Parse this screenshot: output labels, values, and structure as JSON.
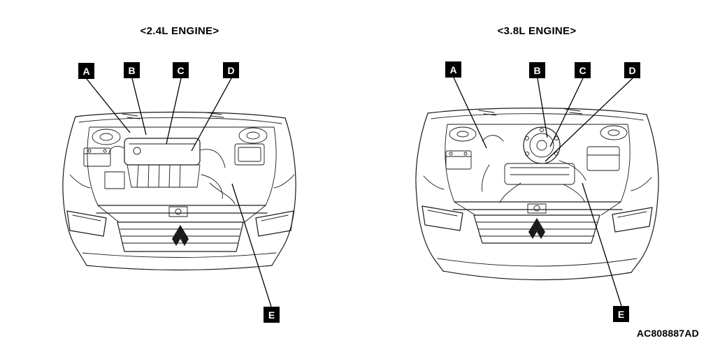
{
  "figure": {
    "code": "AC808887AD",
    "colors": {
      "label_bg": "#000000",
      "label_fg": "#ffffff",
      "line": "#1a1a1a",
      "background": "#ffffff"
    },
    "diagrams": [
      {
        "id": "engine-2-4l",
        "title": "<2.4L ENGINE>",
        "callouts": [
          {
            "label": "A"
          },
          {
            "label": "B"
          },
          {
            "label": "C"
          },
          {
            "label": "D"
          },
          {
            "label": "E"
          }
        ]
      },
      {
        "id": "engine-3-8l",
        "title": "<3.8L ENGINE>",
        "callouts": [
          {
            "label": "A"
          },
          {
            "label": "B"
          },
          {
            "label": "C"
          },
          {
            "label": "D"
          },
          {
            "label": "E"
          }
        ]
      }
    ]
  }
}
